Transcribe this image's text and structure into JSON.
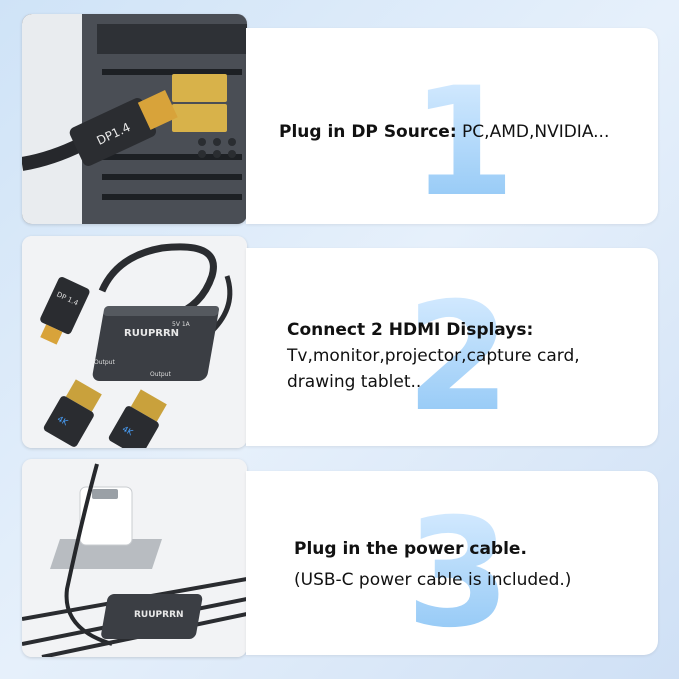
{
  "steps": [
    {
      "number": "1",
      "title_bold": "Plug in DP Source:",
      "title_rest": " PC,AMD,NVIDIA...",
      "image_label": "DP1.4"
    },
    {
      "number": "2",
      "title_bold": "Connect 2 HDMI Displays:",
      "line2": "Tv,monitor,projector,capture card,",
      "line3": "drawing tablet..",
      "image_labels": {
        "brand": "RUUPRRN",
        "power": "5V 1A",
        "output_left": "Output",
        "output_right": "Output",
        "dp_tag": "DP 1.4",
        "hdmi_tag": "4K"
      }
    },
    {
      "number": "3",
      "title_bold": "Plug in the power cable.",
      "line2": "(USB-C power cable is included.)",
      "image_label": "RUUPRRN"
    }
  ]
}
